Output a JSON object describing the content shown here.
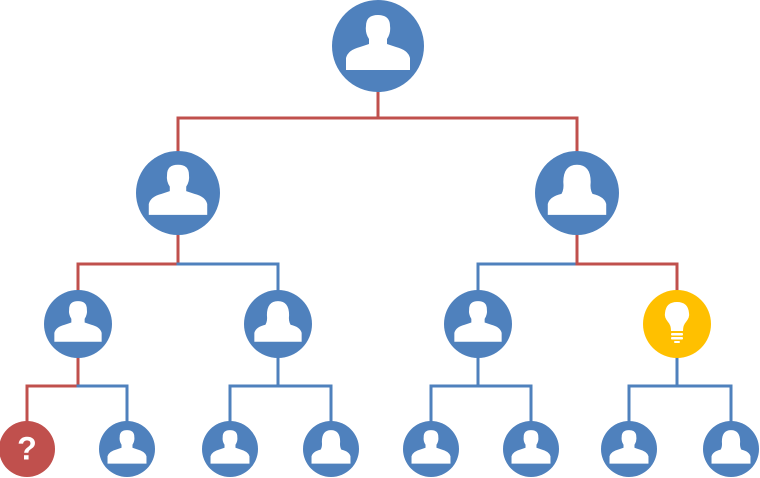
{
  "colors": {
    "node_blue": "#4f81bd",
    "node_red": "#c0504d",
    "node_yellow": "#ffc000",
    "connector_red": "#c0504d",
    "connector_blue": "#4f81bd",
    "icon_fill": "#ffffff"
  },
  "nodes": [
    {
      "id": "root",
      "icon": "person-male-icon",
      "color": "node_blue",
      "level": 0
    },
    {
      "id": "l1-left",
      "icon": "person-male-icon",
      "color": "node_blue",
      "level": 1
    },
    {
      "id": "l1-right",
      "icon": "person-female-icon",
      "color": "node_blue",
      "level": 1
    },
    {
      "id": "l2-a",
      "icon": "person-male-icon",
      "color": "node_blue",
      "level": 2
    },
    {
      "id": "l2-b",
      "icon": "person-female-icon",
      "color": "node_blue",
      "level": 2
    },
    {
      "id": "l2-c",
      "icon": "person-male-icon",
      "color": "node_blue",
      "level": 2
    },
    {
      "id": "l2-d",
      "icon": "lightbulb-icon",
      "color": "node_yellow",
      "level": 2
    },
    {
      "id": "l3-a",
      "icon": "question-mark-icon",
      "color": "node_red",
      "level": 3,
      "glyph": "?"
    },
    {
      "id": "l3-b",
      "icon": "person-male-icon",
      "color": "node_blue",
      "level": 3
    },
    {
      "id": "l3-c",
      "icon": "person-male-icon",
      "color": "node_blue",
      "level": 3
    },
    {
      "id": "l3-d",
      "icon": "person-female-icon",
      "color": "node_blue",
      "level": 3
    },
    {
      "id": "l3-e",
      "icon": "person-male-icon",
      "color": "node_blue",
      "level": 3
    },
    {
      "id": "l3-f",
      "icon": "person-male-icon",
      "color": "node_blue",
      "level": 3
    },
    {
      "id": "l3-g",
      "icon": "person-male-icon",
      "color": "node_blue",
      "level": 3
    },
    {
      "id": "l3-h",
      "icon": "person-female-icon",
      "color": "node_blue",
      "level": 3
    }
  ],
  "connectors": [
    {
      "parent": "root",
      "children": [
        "l1-left",
        "l1-right"
      ],
      "color": "connector_red",
      "highlight": []
    },
    {
      "parent": "l1-left",
      "children": [
        "l2-a",
        "l2-b"
      ],
      "color": "connector_blue",
      "highlight": [
        "l2-a"
      ]
    },
    {
      "parent": "l1-right",
      "children": [
        "l2-c",
        "l2-d"
      ],
      "color": "connector_blue",
      "highlight": [
        "l2-d"
      ]
    },
    {
      "parent": "l2-a",
      "children": [
        "l3-a",
        "l3-b"
      ],
      "color": "connector_blue",
      "highlight": [
        "l3-a"
      ]
    },
    {
      "parent": "l2-b",
      "children": [
        "l3-c",
        "l3-d"
      ],
      "color": "connector_blue",
      "highlight": []
    },
    {
      "parent": "l2-c",
      "children": [
        "l3-e",
        "l3-f"
      ],
      "color": "connector_blue",
      "highlight": []
    },
    {
      "parent": "l2-d",
      "children": [
        "l3-g",
        "l3-h"
      ],
      "color": "connector_blue",
      "highlight": []
    }
  ]
}
